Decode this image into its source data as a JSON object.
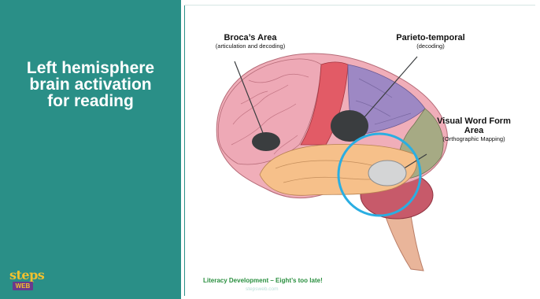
{
  "slide": {
    "title_lines": [
      "Left hemisphere",
      "brain activation",
      "for reading"
    ],
    "labels": {
      "broca": {
        "title": "Broca’s Area",
        "subtitle": "(articulation and decoding)"
      },
      "parieto": {
        "title": "Parieto-temporal",
        "subtitle": "(decoding)"
      },
      "vwfa": {
        "title_line1": "Visual Word Form",
        "title_line2": "Area",
        "subtitle": "(Orthographic Mapping)"
      }
    },
    "footer": {
      "text": "Literacy Development – Eight’s too late!",
      "url": "stepsweb.com"
    },
    "logo": {
      "top": "steps",
      "bottom": "WEB"
    }
  },
  "colors": {
    "panel": "#2a8f87",
    "highlight_circle": "#2aaee2",
    "marker": "#3a3d3f",
    "footer_text": "#2a8f3f"
  }
}
